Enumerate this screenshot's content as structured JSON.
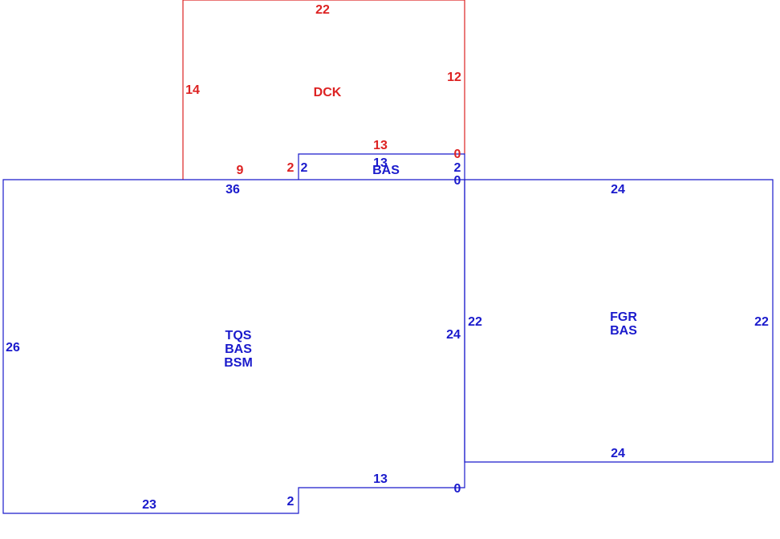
{
  "colors": {
    "main": "#1a1acc",
    "deck": "#dd2222",
    "background": "#ffffff"
  },
  "areas": {
    "main": [
      "TQS",
      "BAS",
      "BSM"
    ],
    "deck": [
      "DCK"
    ],
    "garage": [
      "FGR",
      "BAS"
    ],
    "strip": [
      "BAS"
    ]
  },
  "dims": {
    "main_top": "36",
    "main_left": "26",
    "main_bottom": "23",
    "main_step_vertical": "2",
    "main_step_horizontal": "13",
    "main_step_zero": "0",
    "main_right": "24",
    "garage_top": "24",
    "garage_bottom": "24",
    "garage_left": "22",
    "garage_right": "22",
    "garage_corner_zero": "0",
    "strip_top": "13",
    "strip_left": "2",
    "strip_right": "2",
    "deck_top": "22",
    "deck_left": "14",
    "deck_right": "12",
    "deck_inner": "13",
    "deck_zero": "0",
    "deck_seg_9": "9",
    "deck_seg_2": "2"
  }
}
